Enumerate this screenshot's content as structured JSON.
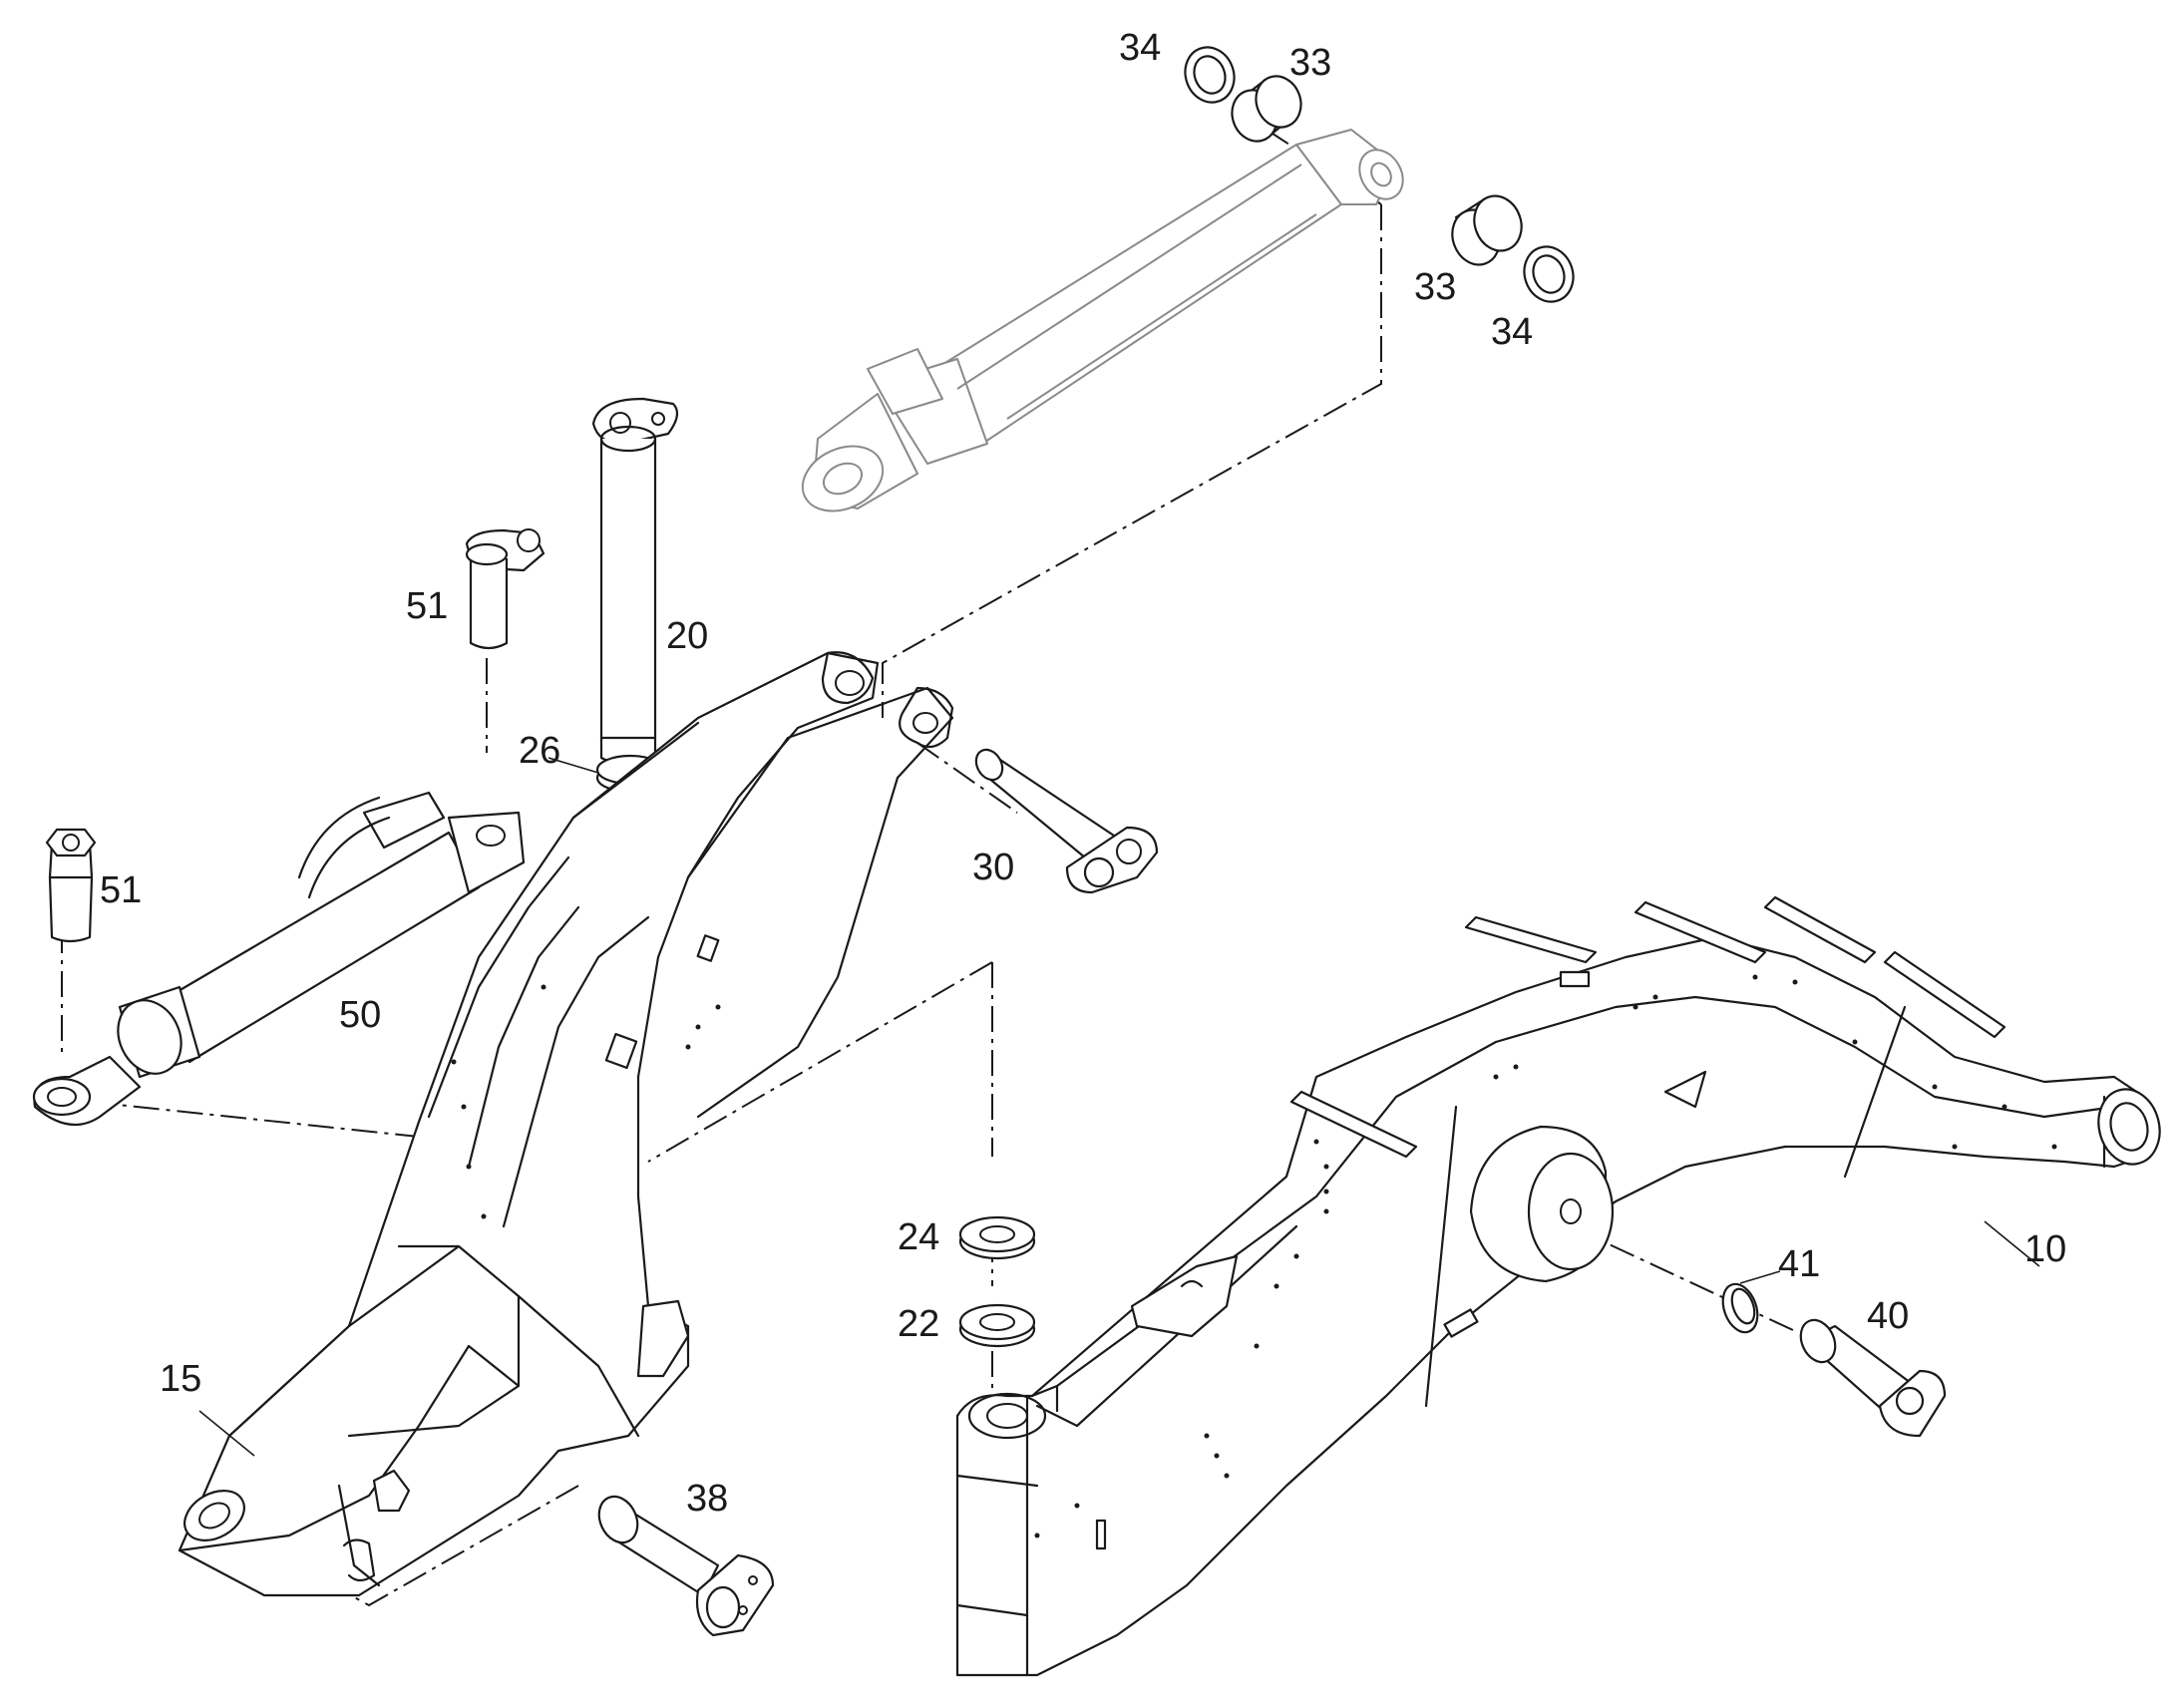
{
  "callouts": {
    "c34_top": "34",
    "c33_top": "33",
    "c33_right": "33",
    "c34_right": "34",
    "c51_pin": "51",
    "c20": "20",
    "c26": "26",
    "c51_bolt": "51",
    "c30": "30",
    "c50": "50",
    "c24": "24",
    "c22": "22",
    "c15": "15",
    "c38": "38",
    "c10": "10",
    "c41": "41",
    "c40": "40"
  }
}
